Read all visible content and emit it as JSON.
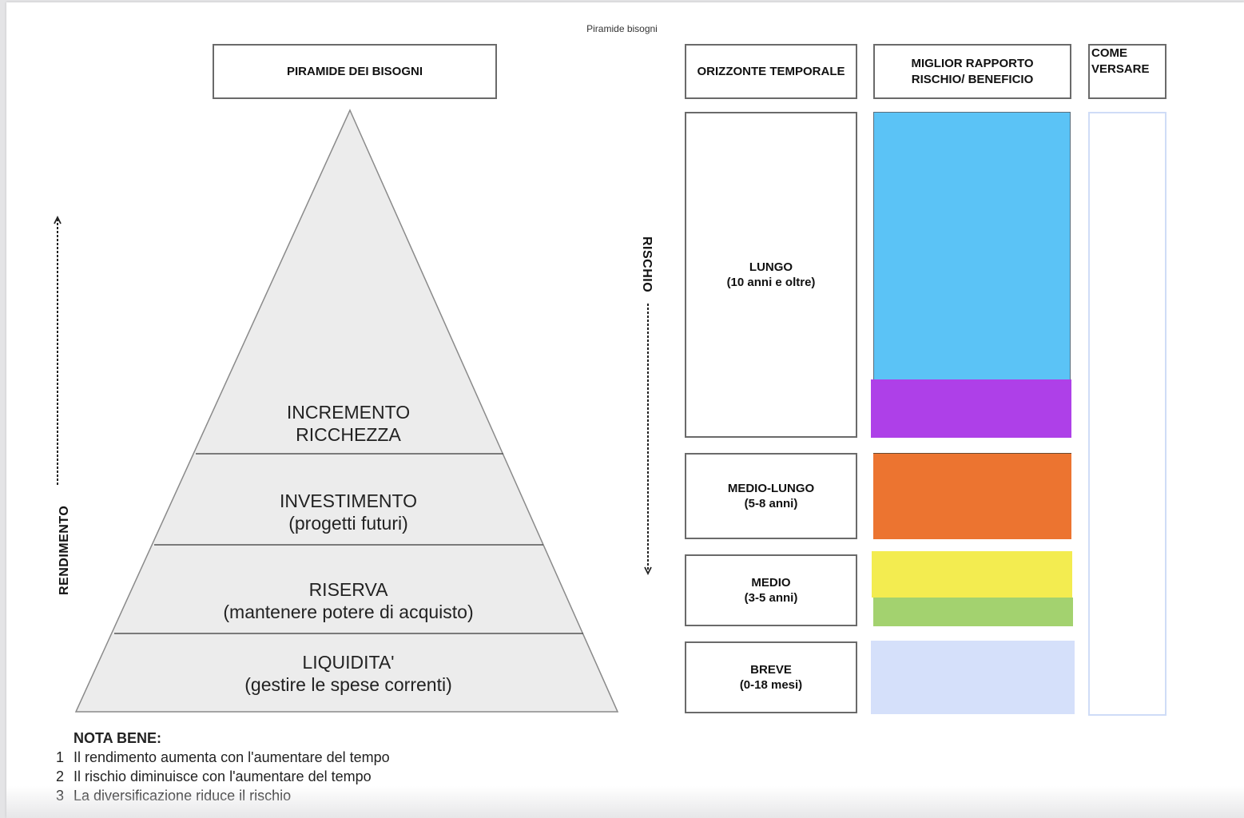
{
  "document": {
    "title": "Piramide bisogni"
  },
  "pyramid": {
    "header": "PIRAMIDE DEI BISOGNI",
    "levels": [
      {
        "title": "INCREMENTO",
        "subtitle": "RICCHEZZA"
      },
      {
        "title": "INVESTIMENTO",
        "subtitle": "(progetti futuri)"
      },
      {
        "title": "RISERVA",
        "subtitle": "(mantenere potere di acquisto)"
      },
      {
        "title": "LIQUIDITA'",
        "subtitle": "(gestire le spese correnti)"
      }
    ],
    "fill_color": "#ececec",
    "stroke_color": "#8a8a8a"
  },
  "axes": {
    "rendimento": {
      "label": "RENDIMENTO",
      "arrow": "up"
    },
    "rischio": {
      "label": "RISCHIO",
      "arrow": "down"
    }
  },
  "table": {
    "headers": {
      "horizon": "ORIZZONTE TEMPORALE",
      "best_ratio_line1": "MIGLIOR RAPPORTO",
      "best_ratio_line2": "RISCHIO/ BENEFICIO",
      "how_line1": "COME",
      "how_line2": "VERSARE"
    },
    "rows": [
      {
        "label": "LUNGO",
        "sub": "(10 anni e oltre)",
        "colors": [
          "#5bc3f6",
          "#ae40e8"
        ]
      },
      {
        "label": "MEDIO-LUNGO",
        "sub": "(5-8 anni)",
        "colors": [
          "#ec7430"
        ]
      },
      {
        "label": "MEDIO",
        "sub": "(3-5 anni)",
        "colors": [
          "#f3ec50",
          "#a3d26f"
        ]
      },
      {
        "label": "BREVE",
        "sub": "(0-18 mesi)",
        "colors": [
          "#d5e0fa"
        ]
      }
    ],
    "how_column_border": "#cfdcf7"
  },
  "notes": {
    "heading": "NOTA BENE:",
    "items": [
      {
        "num": "1",
        "text": "Il rendimento aumenta con l'aumentare del tempo"
      },
      {
        "num": "2",
        "text": "Il rischio diminuisce con l'aumentare del tempo"
      },
      {
        "num": "3",
        "text": "La diversificazione riduce il rischio"
      }
    ]
  }
}
